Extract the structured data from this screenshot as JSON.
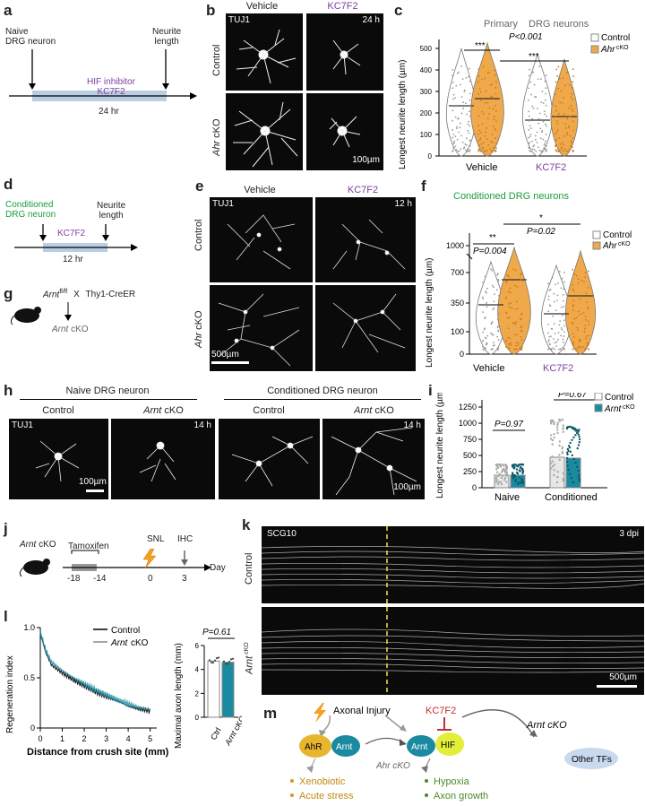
{
  "panels": {
    "a": {
      "label": "a",
      "naive": "Naive",
      "drg": "DRG neuron",
      "neurite": "Neurite",
      "length": "length",
      "inhibitor": "HIF inhibitor",
      "drug": "KC7F2",
      "time": "24 hr"
    },
    "b": {
      "label": "b",
      "col1": "Vehicle",
      "col2": "KC7F2",
      "row1": "Control",
      "row2_it": "Ahr",
      "row2": " cKO",
      "stain": "TUJ1",
      "time": "24 h",
      "scale": "100µm"
    },
    "c": {
      "label": "c",
      "title1": "Primary",
      "title2": "DRG neurons",
      "ylabel": "Longest neurite length (µm)",
      "p": "P<0.001",
      "sig1": "***",
      "sig2": "***",
      "x1": "Vehicle",
      "x2": "KC7F2",
      "leg1": "Control",
      "leg2_it": "Ahr",
      "leg2_sup": " cKO",
      "ticks": [
        "0",
        "100",
        "200",
        "300",
        "400",
        "500"
      ]
    },
    "d": {
      "label": "d",
      "cond1": "Conditioned",
      "cond2": "DRG neuron",
      "neurite": "Neurite",
      "length": "length",
      "drug": "KC7F2",
      "time": "12 hr"
    },
    "e": {
      "label": "e",
      "col1": "Vehicle",
      "col2": "KC7F2",
      "row1": "Control",
      "row2_it": "Ahr",
      "row2": " cKO",
      "stain": "TUJ1",
      "time": "12 h",
      "scale": "500µm"
    },
    "f": {
      "label": "f",
      "title": "Conditioned DRG neurons",
      "ylabel": "Longest neurite length (µm)",
      "sig1": "**",
      "sig2": "*",
      "p1": "P=0.004",
      "p2": "P=0.02",
      "x1": "Vehicle",
      "x2": "KC7F2",
      "leg1": "Control",
      "leg2_it": "Ahr",
      "leg2_sup": " cKO",
      "ticks": [
        "0",
        "100",
        "350",
        "700",
        "1000"
      ]
    },
    "g": {
      "label": "g",
      "gene_it": "Arnt",
      "gene_sup": "fl/fl",
      "cross": "X",
      "cre": "Thy1-CreER",
      "result_it": "Arnt",
      "result": " cKO"
    },
    "h": {
      "label": "h",
      "group1": "Naive DRG neuron",
      "group2": "Conditioned DRG neuron",
      "ctrl": "Control",
      "ko_it": "Arnt",
      "ko": " cKO",
      "stain": "TUJ1",
      "time": "14 h",
      "scale": "100µm"
    },
    "i": {
      "label": "i",
      "ylabel": "Longest neurite length (µm)",
      "p1": "P=0.97",
      "p2": "P=0.67",
      "x1": "Naive",
      "x2": "Conditioned",
      "leg1": "Control",
      "leg2_it": "Arnt",
      "leg2_sup": " cKO",
      "ticks": [
        "0",
        "250",
        "500",
        "750",
        "1000",
        "1250"
      ]
    },
    "j": {
      "label": "j",
      "mouse_it": "Arnt",
      "mouse": " cKO",
      "tam": "Tamoxifen",
      "snl": "SNL",
      "ihc": "IHC",
      "t1": "-18",
      "t2": "-14",
      "t3": "0",
      "t4": "3",
      "day": "Day"
    },
    "k": {
      "label": "k",
      "stain": "SCG10",
      "dpi": "3 dpi",
      "row1": "Control",
      "row2_it": "Arnt",
      "row2_sup": " cKO",
      "scale": "500µm"
    },
    "l": {
      "label": "l",
      "ylabel": "Regeneration index",
      "xlabel": "Distance from crush site (mm)",
      "leg1": "Control",
      "leg2_it": "Arnt",
      "leg2": " cKO",
      "yticks": [
        "0",
        "0.5",
        "1.0"
      ],
      "xticks": [
        "0",
        "1",
        "2",
        "3",
        "4",
        "5"
      ],
      "bar_ylabel": "Maximal axon length (mm)",
      "bar_p": "P=0.61",
      "bar_x1": "Ctrl",
      "bar_x2_it": "Arnt",
      "bar_x2": " cKO",
      "bar_yticks": [
        "0",
        "2",
        "4",
        "6"
      ]
    },
    "m": {
      "label": "m",
      "injury": "Axonal Injury",
      "drug": "KC7F2",
      "arnt_cko": "Arnt cKO",
      "ahr": "AhR",
      "arnt": "Arnt",
      "hif": "HIF",
      "ahr_cko": "Ahr cKO",
      "other": "Other TFs",
      "b1": "Xenobiotic",
      "b2": "Acute stress",
      "b3": "Hypoxia",
      "b4": "Axon growth"
    }
  },
  "chart_data": [
    {
      "panel": "l-left",
      "type": "line",
      "xlabel": "Distance from crush site (mm)",
      "ylabel": "Regeneration index",
      "xlim": [
        0,
        5.3
      ],
      "ylim": [
        0,
        1.0
      ],
      "series": [
        {
          "name": "Control",
          "x": [
            0,
            0.25,
            0.5,
            1,
            1.5,
            2,
            2.5,
            3,
            3.5,
            4,
            4.5,
            5
          ],
          "values": [
            0.95,
            0.75,
            0.63,
            0.55,
            0.48,
            0.42,
            0.36,
            0.31,
            0.27,
            0.22,
            0.19,
            0.17
          ]
        },
        {
          "name": "Arnt cKO",
          "x": [
            0,
            0.25,
            0.5,
            1,
            1.5,
            2,
            2.5,
            3,
            3.5,
            4,
            4.5,
            5
          ],
          "values": [
            0.95,
            0.77,
            0.66,
            0.57,
            0.5,
            0.44,
            0.38,
            0.33,
            0.28,
            0.24,
            0.2,
            0.18
          ]
        }
      ]
    },
    {
      "panel": "l-right",
      "type": "bar",
      "categories": [
        "Ctrl",
        "Arnt cKO"
      ],
      "values": [
        4.7,
        4.6
      ],
      "ylabel": "Maximal axon length (mm)",
      "ylim": [
        0,
        6
      ]
    }
  ],
  "colors": {
    "orange": "#f0a94a",
    "teal": "#1a8aa0",
    "purple": "#7b3fa0",
    "green": "#1a9c3a",
    "lightblue": "#b9cde3",
    "gold": "#e8b62e",
    "yellow": "#f4e24a"
  }
}
